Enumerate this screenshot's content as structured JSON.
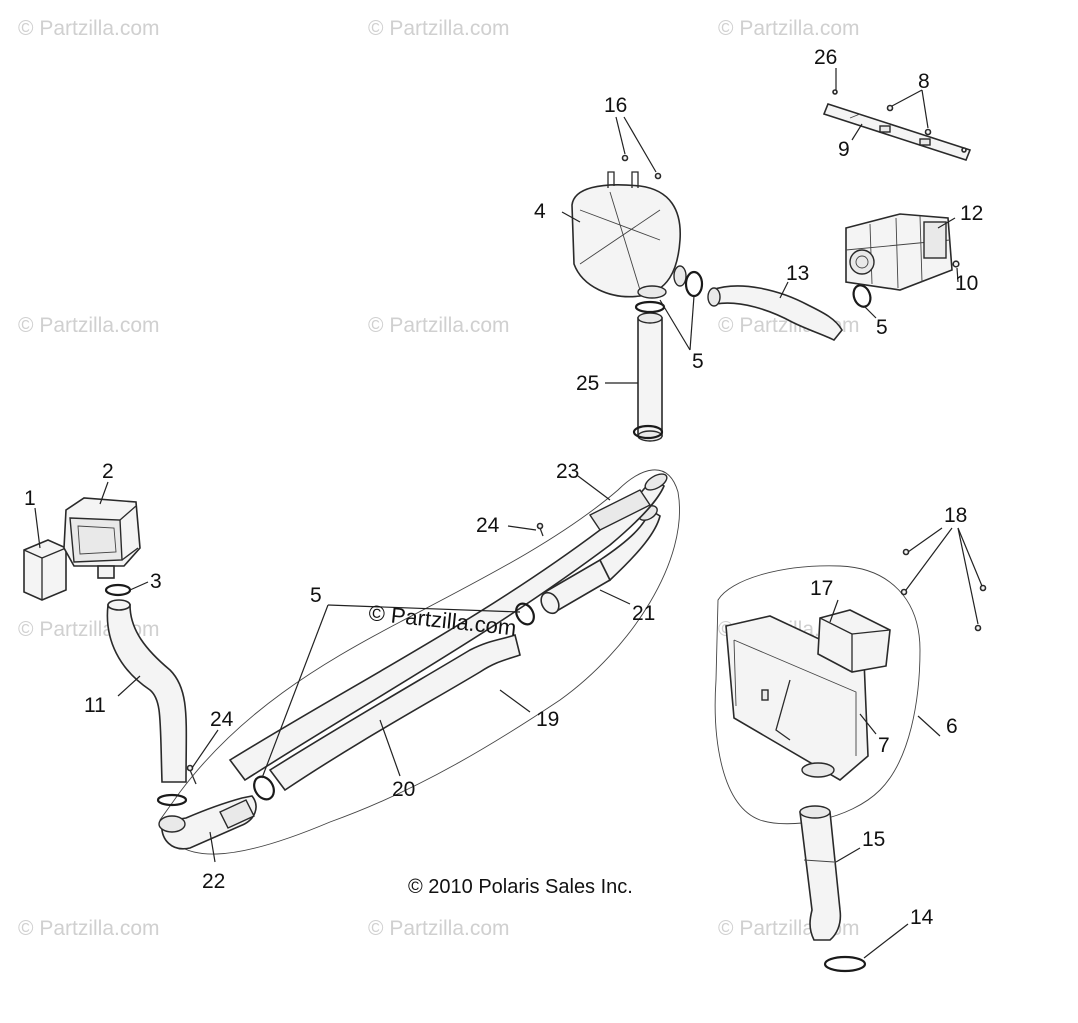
{
  "watermark": {
    "text": "Partzilla.com",
    "symbol": "©"
  },
  "center_watermark": "© Partzilla.com",
  "copyright": "© 2010 Polaris Sales Inc.",
  "callouts": {
    "c1": "1",
    "c2": "2",
    "c3": "3",
    "c4": "4",
    "c5a": "5",
    "c5b": "5",
    "c5c": "5",
    "c6": "6",
    "c7": "7",
    "c8": "8",
    "c9": "9",
    "c10": "10",
    "c11": "11",
    "c12": "12",
    "c13": "13",
    "c14": "14",
    "c15": "15",
    "c16": "16",
    "c17": "17",
    "c18": "18",
    "c19": "19",
    "c20": "20",
    "c21": "21",
    "c22": "22",
    "c23": "23",
    "c24a": "24",
    "c24b": "24",
    "c25": "25",
    "c26": "26"
  }
}
